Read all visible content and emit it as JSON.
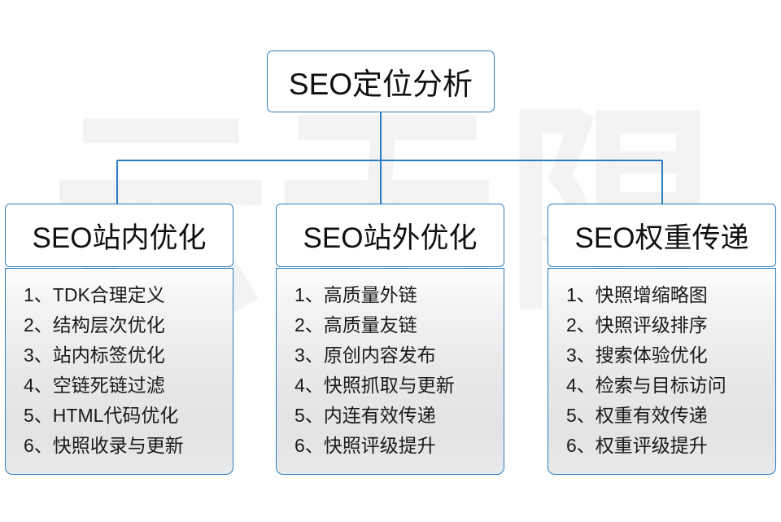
{
  "watermark": {
    "text": "云无限"
  },
  "diagram": {
    "type": "organization-tree",
    "accent_color": "#2b7cc0",
    "root": {
      "label": "SEO定位分析"
    },
    "columns": [
      {
        "header": "SEO站内优化",
        "items": [
          "1、TDK合理定义",
          "2、结构层次优化",
          "3、站内标签优化",
          "4、空链死链过滤",
          "5、HTML代码优化",
          "6、快照收录与更新"
        ]
      },
      {
        "header": "SEO站外优化",
        "items": [
          "1、高质量外链",
          "2、高质量友链",
          "3、原创内容发布",
          "4、快照抓取与更新",
          "5、内连有效传递",
          "6、快照评级提升"
        ]
      },
      {
        "header": "SEO权重传递",
        "items": [
          "1、快照增缩略图",
          "2、快照评级排序",
          "3、搜索体验优化",
          "4、检索与目标访问",
          "5、权重有效传递",
          "6、权重评级提升"
        ]
      }
    ]
  }
}
